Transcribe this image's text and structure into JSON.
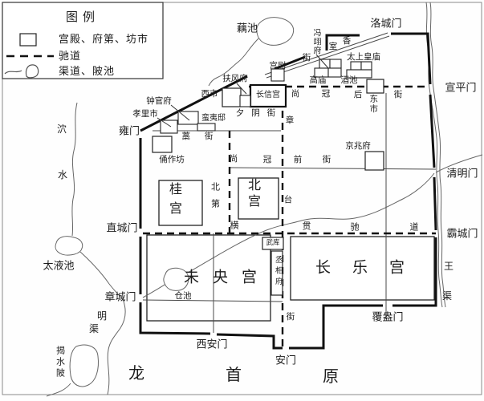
{
  "colors": {
    "ink": "#1c1c1c",
    "background": "#ffffff"
  },
  "legend": {
    "title": "图例",
    "items": [
      {
        "symbol": "rect-symbol",
        "label": "宫殿、府第、坊市"
      },
      {
        "symbol": "dashed-line-symbol",
        "label": "驰道"
      },
      {
        "symbol": "wavy-line-pond-symbol",
        "label": "渠道、陂池"
      }
    ]
  },
  "gates": {
    "luocheng": "洛城门",
    "xuanping": "宣平门",
    "qingming": "清明门",
    "bacheng": "霸城门",
    "fuang": "覆盎门",
    "an": "安门",
    "xian": "西安门",
    "zhangcheng": "章城门",
    "zhicheng": "直城门",
    "yong": "雍门"
  },
  "palaces": {
    "weiyang": "未央宫",
    "changle": "长乐宫",
    "gui": "桂宫",
    "bei": "北宫",
    "changxin": "长信宫",
    "beidi": "北第"
  },
  "buildings": {
    "zhongguanfu": "钟官府",
    "xiaolishi": "孝里市",
    "xishi": "西市",
    "dongshi": "东市",
    "manyidi": "蛮夷邸",
    "yongzuofang": "俑作坊",
    "fufengfu": "扶风府",
    "pingyifu": "冯翊府",
    "gongwei": "宫尉",
    "taishanghuangmiao": "太上皇庙",
    "gaomiao": "高庙",
    "jiuchi": "酒池",
    "jingzhaofu": "京兆府",
    "chengxiangfu": "丞相府",
    "wuku": "武库"
  },
  "streets": {
    "xiyin": "夕阴街",
    "gao": "藁街",
    "xiangshi": [
      "香",
      "室",
      "街"
    ],
    "shangguanhou": [
      "尚",
      "冠",
      "后",
      "街"
    ],
    "shangguanqian": [
      "尚",
      "冠",
      "前",
      "街"
    ],
    "zhangtai": [
      "章",
      "台",
      "街"
    ],
    "hengguanchidao": [
      "横",
      "贯",
      "驰",
      "道"
    ]
  },
  "waters": {
    "ouchi": "藕池",
    "taiyechi": "太液池",
    "cangchi": "仓池",
    "jieshuibei": "揭水陂",
    "mingqu": [
      "明",
      "渠"
    ],
    "jueshui": [
      "泬",
      "水"
    ],
    "wangqu": [
      "王",
      "渠"
    ]
  },
  "terrain": {
    "longshouyuan": [
      "龙",
      "首",
      "原"
    ]
  }
}
